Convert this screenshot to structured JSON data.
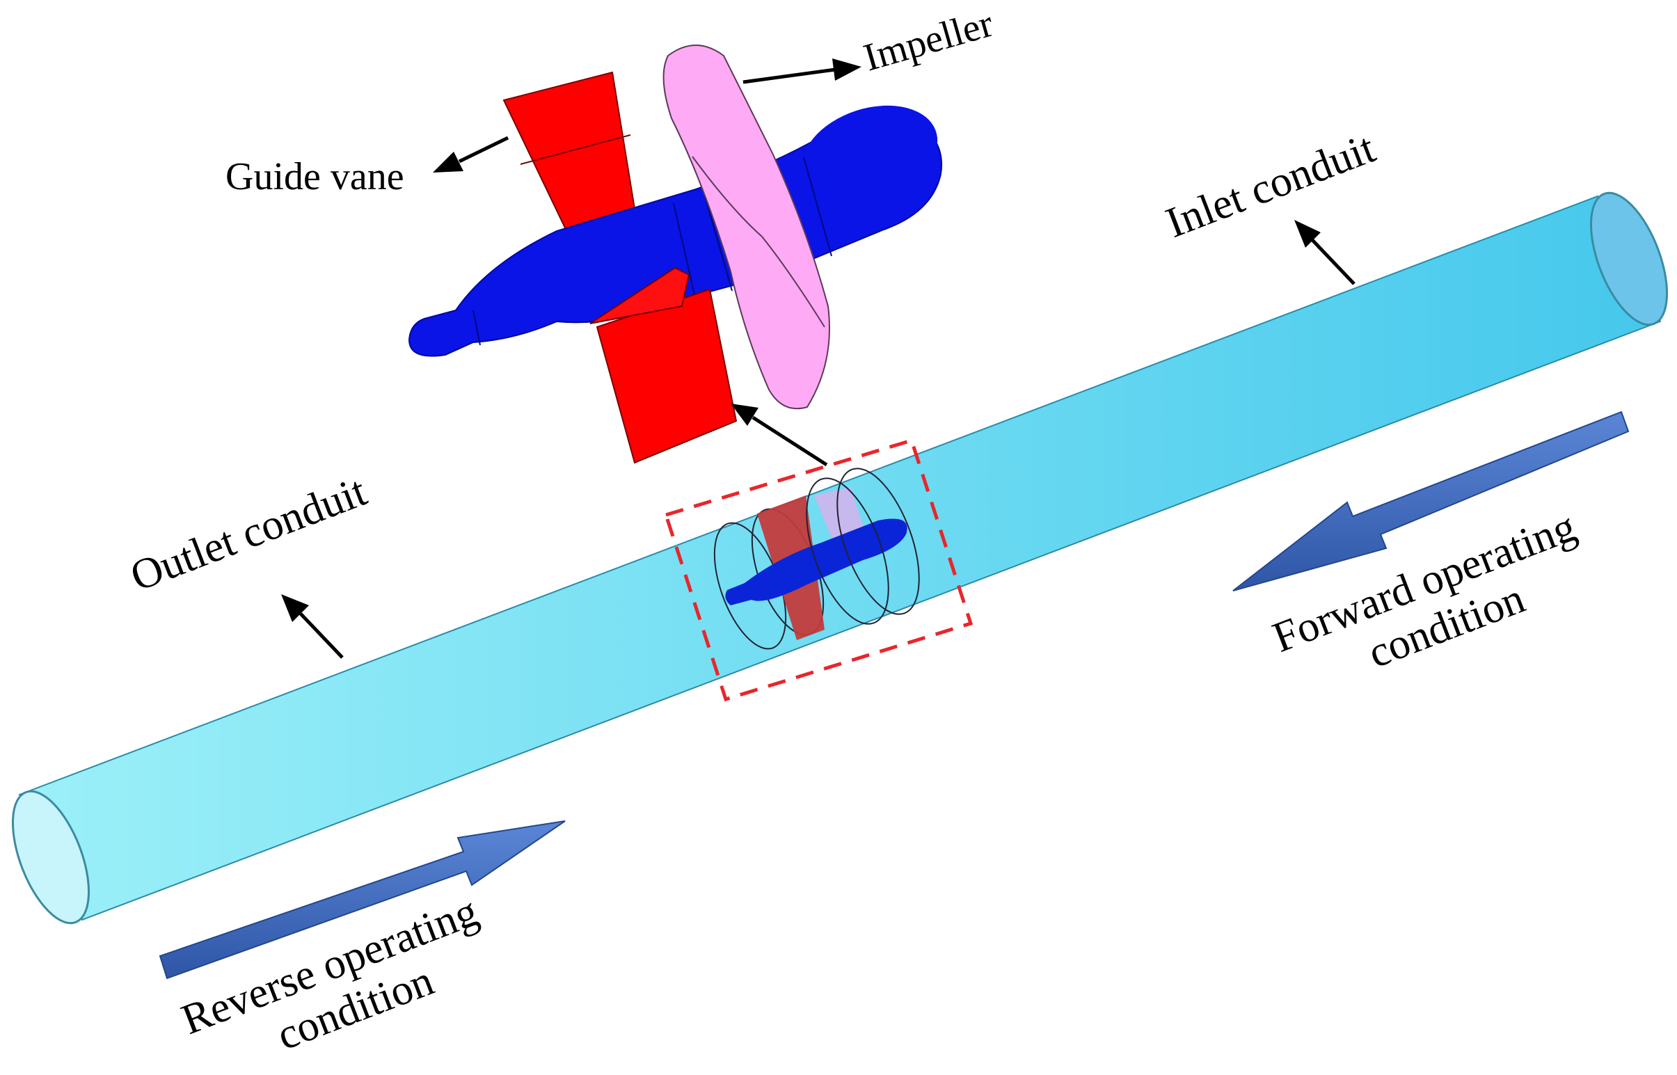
{
  "labels": {
    "impeller": "Impeller",
    "guide_vane": "Guide vane",
    "inlet_conduit": "Inlet conduit",
    "outlet_conduit": "Outlet conduit",
    "forward_line1": "Forward operating",
    "forward_line2": "condition",
    "reverse_line1": "Reverse operating",
    "reverse_line2": "condition"
  },
  "colors": {
    "conduit_fill": "#62dcf2",
    "hub": "#0a14e6",
    "guide_vane": "#ff0000",
    "impeller": "#ffaaf5",
    "flow_arrow": "#3f6cbf",
    "highlight_box": "#e8262b"
  }
}
